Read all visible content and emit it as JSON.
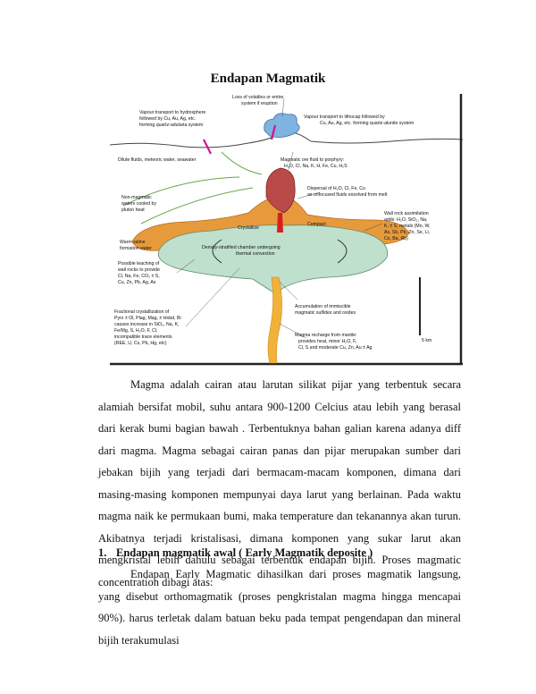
{
  "page": {
    "title": "Endapan Magmatik",
    "paragraph1": "Magma adalah cairan atau larutan silikat pijar yang terbentuk secara alamiah bersifat mobil, suhu antara 900-1200 Celcius atau lebih yang berasal dari kerak bumi bagian bawah . Terbentuknya bahan galian karena adanya diff dari magma. Magma sebagai cairan panas dan pijar merupakan sumber dari jebakan bijih yang terjadi dari bermacam-macam komponen, dimana dari masing-masing komponen mempunyai daya larut yang berlainan. Pada waktu magma naik ke permukaan bumi, maka temperature dan tekanannya akan turun. Akibatnya terjadi kristalisasi, dimana komponen yang sukar larut akan mengkristal lebih dahulu sebagai terbentuk endapan bijih. Proses magmatic concentration dibagi atas:",
    "section1_number": "1.",
    "section1_heading": "Endapan magmatik awal ( Early Magmatik deposite )",
    "paragraph2": "Endapan Early Magmatic dihasilkan dari proses magmatik langsung, yang disebut orthomagmatik (proses pengkristalan magma hingga mencapai 90%). harus terletak dalam batuan beku pada tempat pengendapan dan mineral bijih terakumulasi"
  },
  "figure": {
    "label_loss": "Loss of volatiles or entire",
    "label_loss2": "system if eruption",
    "label_vapour_hydro1": "Vapour transport to hydrosphere",
    "label_vapour_hydro2": "followed by Cu, Au, Ag, etc.",
    "label_vapour_hydro3": "forming quartz-adularia system",
    "label_vapour_litho1": "Vapour transport to lithocap followed by",
    "label_vapour_litho2": "Cu, Au, Ag, etc. forming quartz-alunite system",
    "label_dilute": "Dilute fluids, meteoric water, seawater",
    "label_ore1": "Magmatic ore fluid to porphyry:",
    "label_ore2": "H₂O, Cl, Na, K, H, Fe, Cu, H₂S",
    "label_nonmag1": "Non-magmatic",
    "label_nonmag2": "waters cooled by",
    "label_nonmag3": "pluton heat",
    "label_dispersal1": "Dispersal of H₂O, Cl, Fe, Cu",
    "label_dispersal2": "as unfocused fluids exsolved from melt",
    "label_crystallize": "Crystallize",
    "label_compact": "Compact",
    "label_wallrock1": "Wall rock assimilation",
    "label_wallrock2": "adds: H₂O, SiO₂, Na,",
    "label_wallrock3": "K, ± S, metals (Mo, W,",
    "label_wallrock4": "As, Sb, Pb, Zn, Se, Li,",
    "label_wallrock5": "Cs, Ba, Rb)",
    "label_warm1": "Warm saline",
    "label_warm2": "formation water",
    "label_chamber1": "Density-stratified chamber undergoing",
    "label_chamber2": "thermal convection",
    "label_leach1": "Possible leaching of",
    "label_leach2": "wall rocks to provide",
    "label_leach3": "Cl, Na, Fe, CO₂ ± S,",
    "label_leach4": "Cu, Zn, Pb, Ag, As",
    "label_accum1": "Accumulation of immiscible",
    "label_accum2": "magmatic sulfides and oxides",
    "label_frac1": "Fractional crystallization of",
    "label_frac2": "Pyrx ± Ol, Plag, Mag, ± Hnbd, Bi",
    "label_frac3": "causes increase in SiO₂, Na, K,",
    "label_frac4": "Fe/Mg, S, H₂O, F, Cl,",
    "label_frac5": "incompatible trace elements",
    "label_frac6": "(REE, U, Cs, Pb, Hg, etc)",
    "label_recharge1": "Magma recharge from mantle:",
    "label_recharge2": "provides heat, minor H₂O, F,",
    "label_recharge3": "Cl, S and moderate Cu, Zn, Au ± Ag",
    "label_scale": "5 km"
  }
}
